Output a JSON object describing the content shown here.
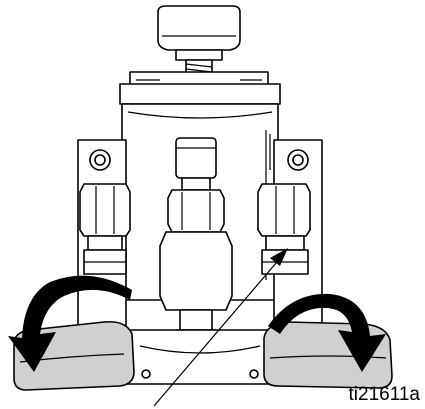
{
  "figure": {
    "id_label": "ti21611a",
    "icons": [
      "valve-handle-left",
      "valve-handle-right",
      "rotation-arrow-left",
      "rotation-arrow-right",
      "pointer-arrow"
    ]
  }
}
